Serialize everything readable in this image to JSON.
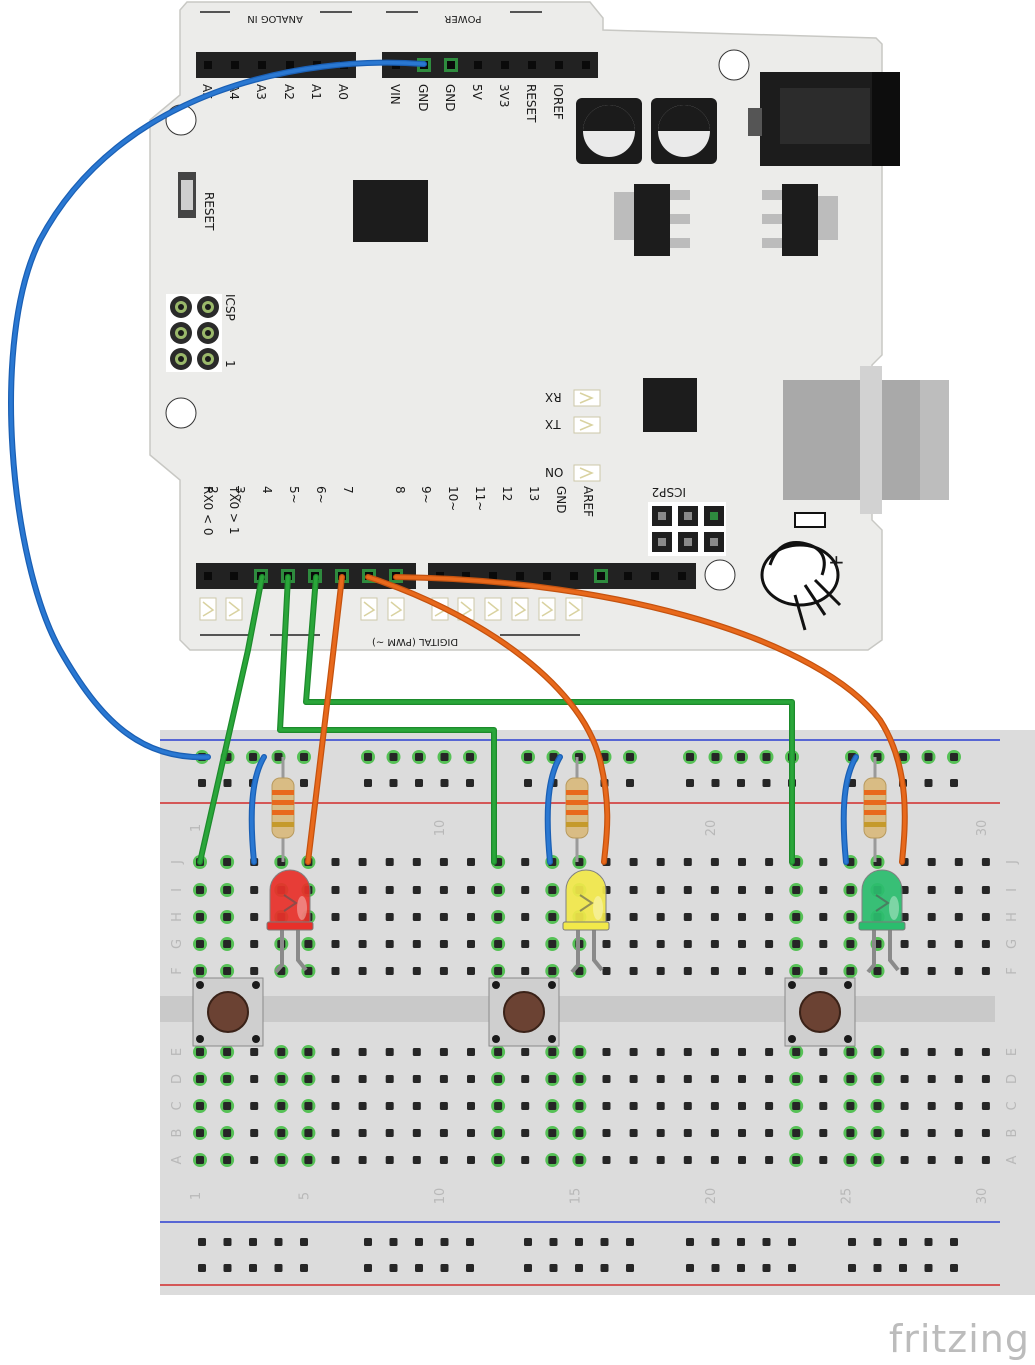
{
  "board": {
    "analog_header": "ANALOG IN",
    "power_header": "POWER",
    "digital_header": "DIGITAL (PWM ~)",
    "reset_button": "RESET",
    "icsp": "ICSP",
    "icsp_pin1": "1",
    "icsp2": "ICSP2",
    "led_rx": "RX",
    "led_tx": "TX",
    "led_on": "ON",
    "analog_pins": [
      "A5",
      "A4",
      "A3",
      "A2",
      "A1",
      "A0"
    ],
    "power_pins": [
      "VIN",
      "GND",
      "GND",
      "5V",
      "3V3",
      "RESET",
      "IOREF"
    ],
    "digital_pins": [
      "RX0 < 0",
      "TX0 > 1",
      "2",
      "3~",
      "4",
      "5~",
      "6~",
      "7",
      "8",
      "9~",
      "10~",
      "11~",
      "12",
      "13",
      "GND",
      "AREF"
    ]
  },
  "breadboard": {
    "column_numbers": [
      "1",
      "5",
      "10",
      "15",
      "20",
      "25",
      "30"
    ],
    "rows_top": [
      "J",
      "I",
      "H",
      "G",
      "F"
    ],
    "rows_bottom": [
      "E",
      "D",
      "C",
      "B",
      "A"
    ]
  },
  "leds": [
    {
      "name": "red",
      "color": "#e8302a"
    },
    {
      "name": "yellow",
      "color": "#f2e94a"
    },
    {
      "name": "green",
      "color": "#2bbd6e"
    }
  ],
  "wire_colors": {
    "blue": "#2a78d2",
    "green": "#2aa63a",
    "orange": "#e8691c"
  },
  "watermark": "fritzing"
}
